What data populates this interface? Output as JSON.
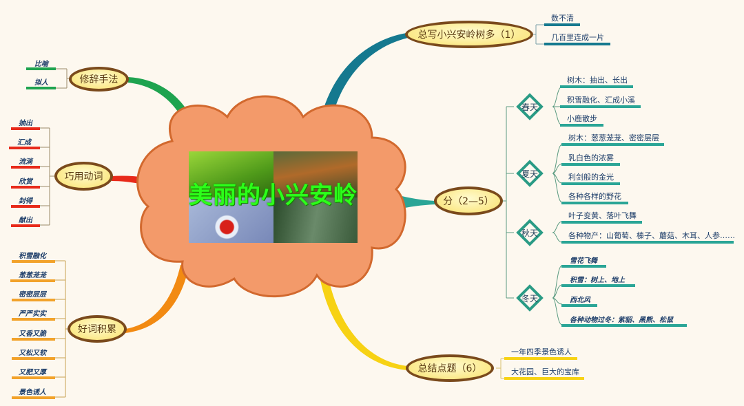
{
  "center": {
    "title": "美丽的小兴安岭"
  },
  "colors": {
    "background": "#fdf8ef",
    "cloud_fill": "#f39a6a",
    "cloud_stroke": "#d2692e",
    "node_border": "#7a4a1c",
    "node_fill": "#fbe98a",
    "teal_dark": "#15798f",
    "teal": "#2aa596",
    "green": "#1ea34f",
    "red": "#e82a1a",
    "orange": "#f28a12",
    "yellow": "#f7d214",
    "title_green": "#2cff1a"
  },
  "branches": {
    "rhetoric": {
      "label": "修辞手法",
      "items": [
        "比喻",
        "拟人"
      ]
    },
    "verbs": {
      "label": "巧用动词",
      "items": [
        "抽出",
        "汇成",
        "流淌",
        "欣赏",
        "封得",
        "献出"
      ]
    },
    "good_words": {
      "label": "好词积累",
      "items": [
        "积雪融化",
        "葱葱茏茏",
        "密密层层",
        "严严实实",
        "又香又脆",
        "又松又软",
        "又肥又厚",
        "景色诱人"
      ]
    },
    "overview": {
      "label": "总写小兴安岭树多（1）",
      "items": [
        "数不清",
        "几百里连成一片"
      ]
    },
    "parts": {
      "label": "分（2—5）",
      "seasons": [
        {
          "label": "春天",
          "items": [
            "树木：抽出、长出",
            "积雪融化、汇成小溪",
            "小鹿散步"
          ]
        },
        {
          "label": "夏天",
          "items": [
            "树木：葱葱茏茏、密密层层",
            "乳白色的浓雾",
            "利剑般的金光",
            "各种各样的野花"
          ]
        },
        {
          "label": "秋天",
          "items": [
            "叶子变黄、落叶飞舞",
            "各种物产：山葡萄、榛子、蘑菇、木耳、人参……"
          ]
        },
        {
          "label": "冬天",
          "items": [
            "雪花飞舞",
            "积雪：树上、地上",
            "西北风",
            "各种动物过冬：紫貂、黑熊、松鼠"
          ]
        }
      ]
    },
    "summary": {
      "label": "总结点题（6）",
      "items": [
        "一年四季景色诱人",
        "大花园、巨大的宝库"
      ]
    }
  }
}
